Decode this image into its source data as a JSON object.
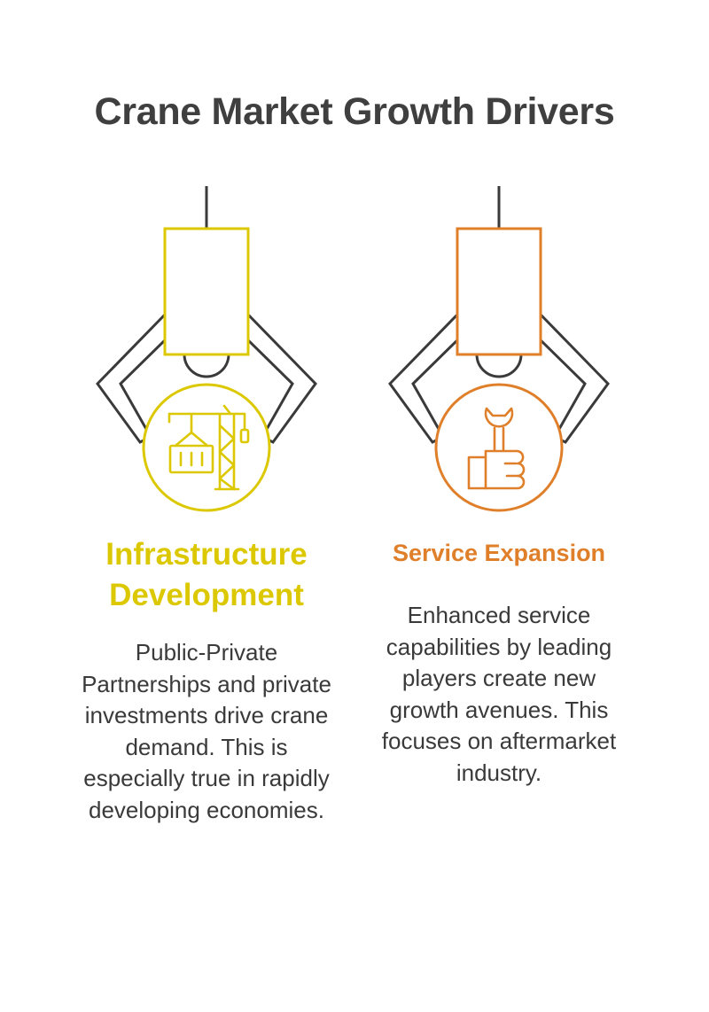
{
  "title": "Crane Market Growth Drivers",
  "colors": {
    "infrastructure": "#dcc800",
    "service": "#e07f2a",
    "outline": "#3a3a3a",
    "text": "#3a3a3a"
  },
  "cards": [
    {
      "icon": "crane-construction-icon",
      "title": "Infrastructure Development",
      "text": "Public-Private Partnerships and private investments drive crane demand. This is especially true in rapidly developing economies."
    },
    {
      "icon": "wrench-hand-icon",
      "title": "Service Expansion",
      "text": "Enhanced service capabilities by leading players create new growth avenues. This focuses on aftermarket industry."
    }
  ]
}
